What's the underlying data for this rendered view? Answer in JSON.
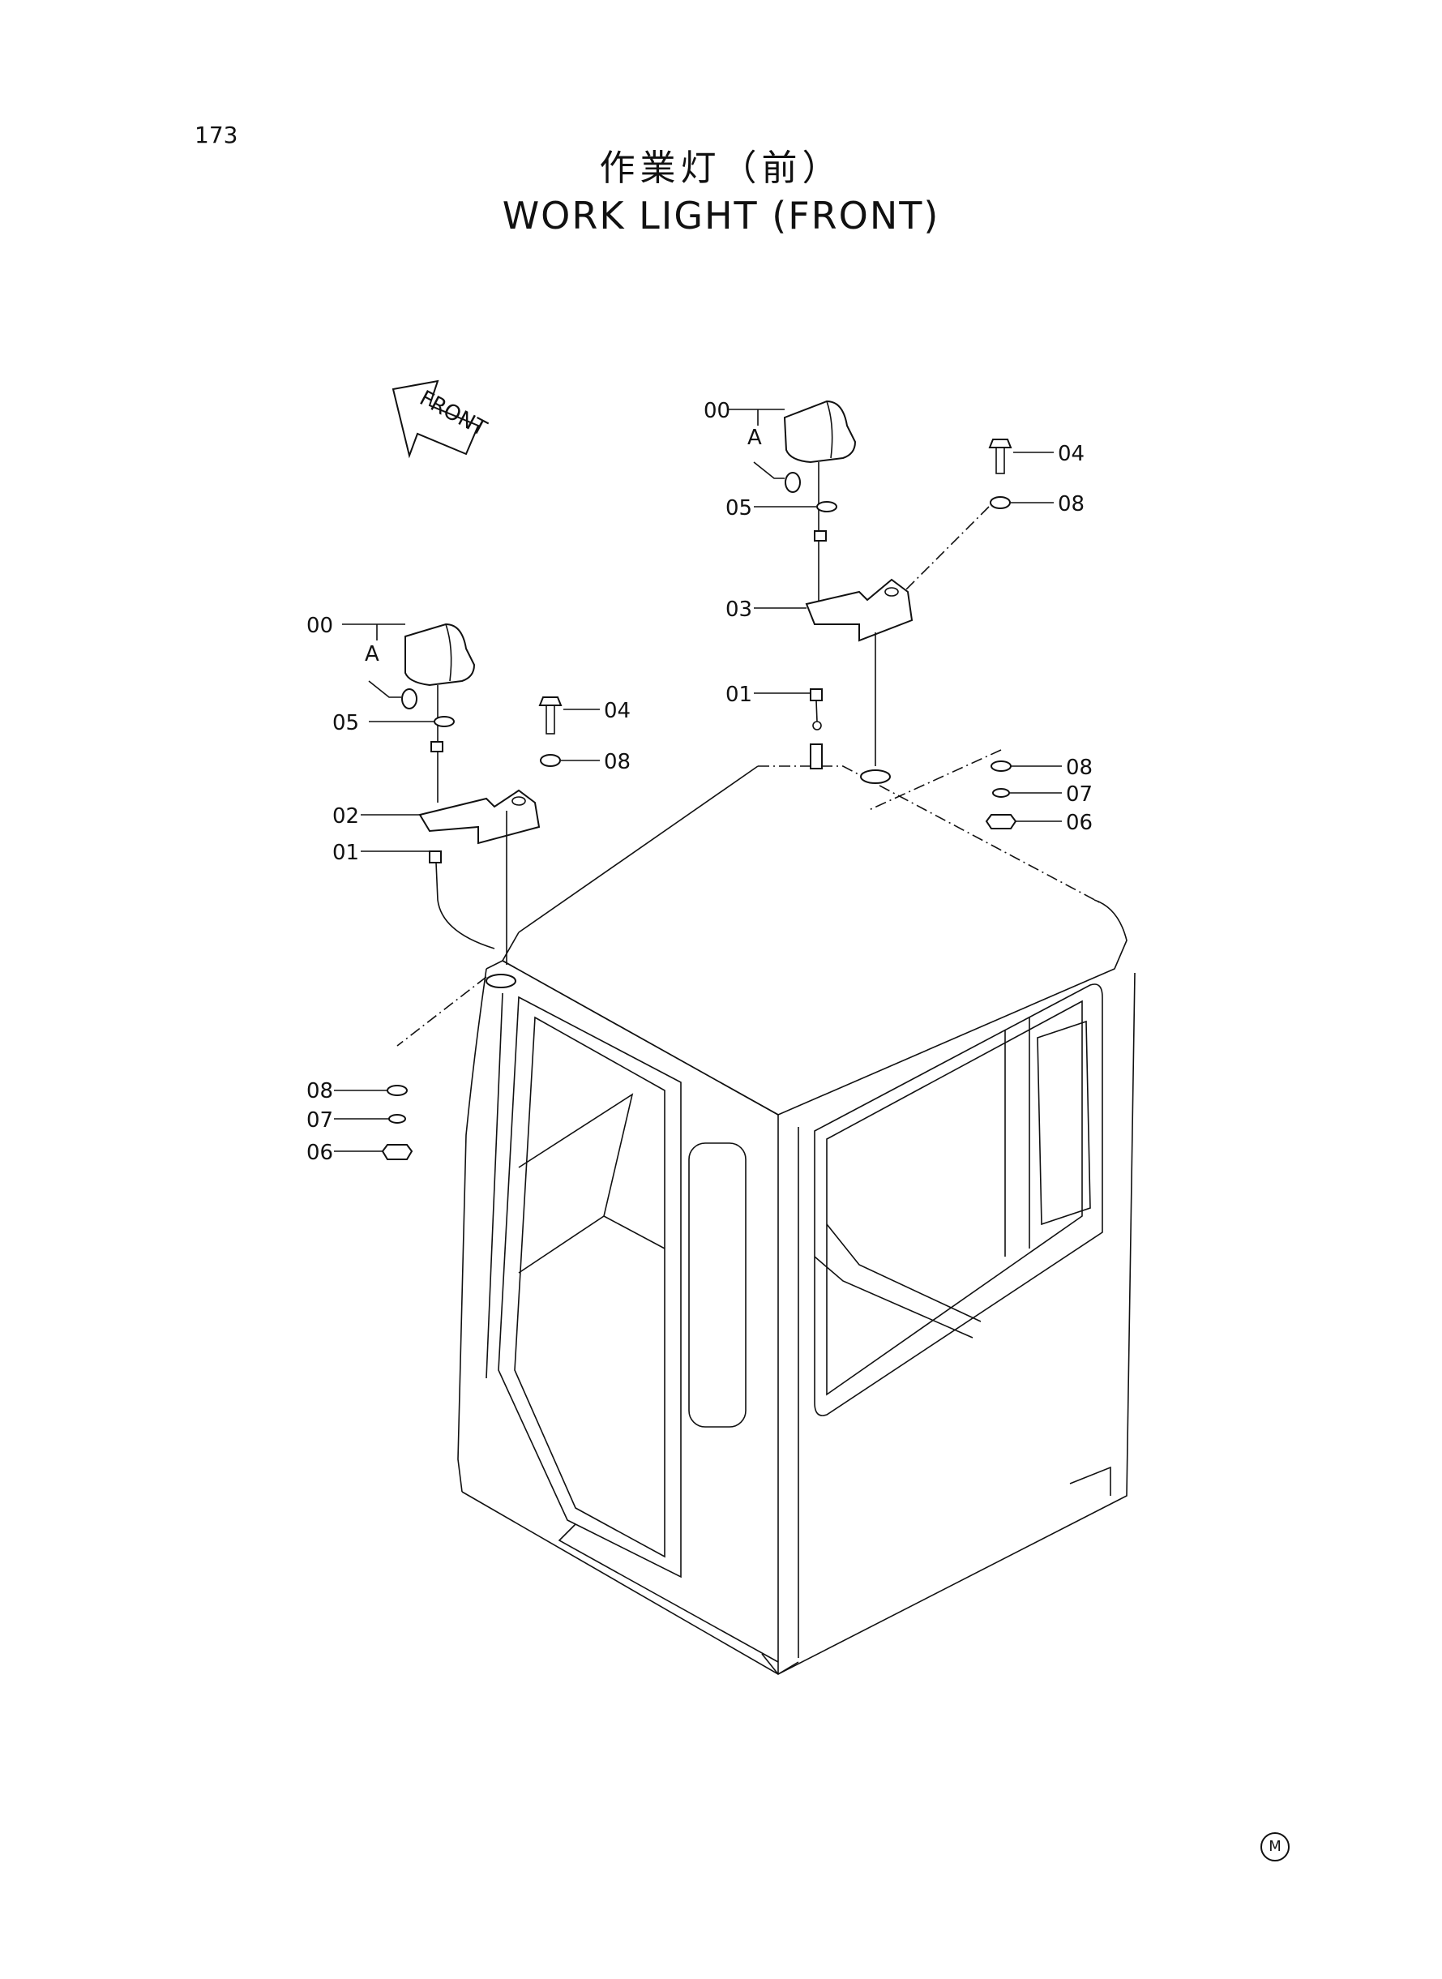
{
  "page": {
    "number": "173",
    "mark": "M"
  },
  "title": {
    "japanese": "作業灯（前）",
    "english": "WORK LIGHT (FRONT)"
  },
  "front_arrow": {
    "label": "FRONT"
  },
  "callouts": {
    "l_00": "00",
    "l_A": "A",
    "l_05": "05",
    "l_02": "02",
    "l_01": "01",
    "l_04": "04",
    "l_08": "08",
    "l_08b": "08",
    "l_07b": "07",
    "l_06b": "06",
    "r_00": "00",
    "r_A": "A",
    "r_05": "05",
    "r_03": "03",
    "r_01": "01",
    "r_04": "04",
    "r_08": "08",
    "r_08b": "08",
    "r_07b": "07",
    "r_06b": "06"
  }
}
